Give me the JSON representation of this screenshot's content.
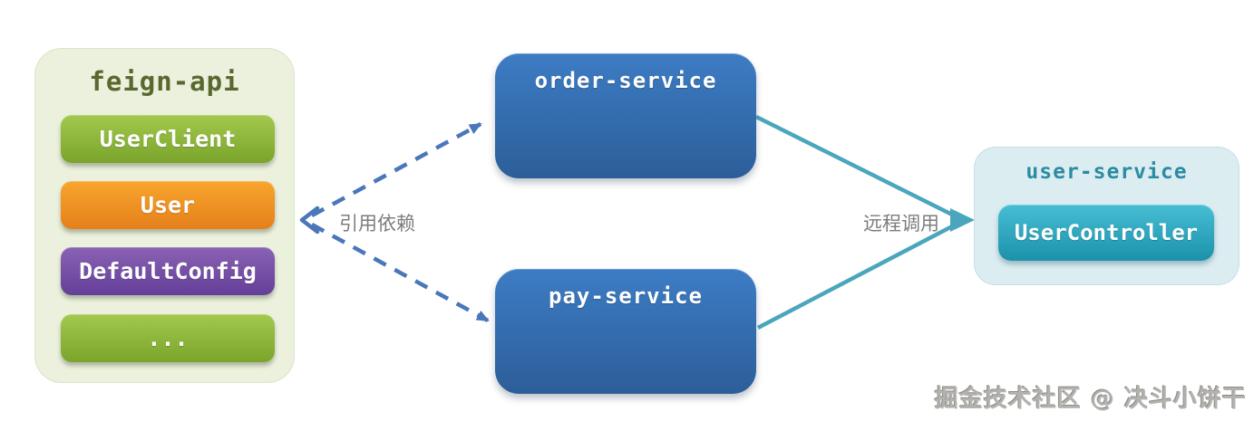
{
  "feign": {
    "title": "feign-api",
    "panel_color": "#ebf1dd",
    "title_color": "#59682f",
    "items": [
      {
        "label": "UserClient",
        "color": "#8ab438"
      },
      {
        "label": "User",
        "color": "#ef931f"
      },
      {
        "label": "DefaultConfig",
        "color": "#7450a5"
      },
      {
        "label": "...",
        "color": "#8ab438"
      }
    ]
  },
  "services": {
    "order": {
      "label": "order-service"
    },
    "pay": {
      "label": "pay-service"
    },
    "box_color": "#336fb4"
  },
  "user_service": {
    "title": "user-service",
    "panel_color": "#dcedf1",
    "title_color": "#2b8ba3",
    "controller": {
      "label": "UserController",
      "color": "#2ba4bd"
    }
  },
  "edges": {
    "dependency_label": "引用依赖",
    "remote_label": "远程调用",
    "dashed_color": "#4a77b9",
    "solid_color": "#4aa6bc"
  },
  "watermark": "掘金技术社区 @ 决斗小饼干"
}
